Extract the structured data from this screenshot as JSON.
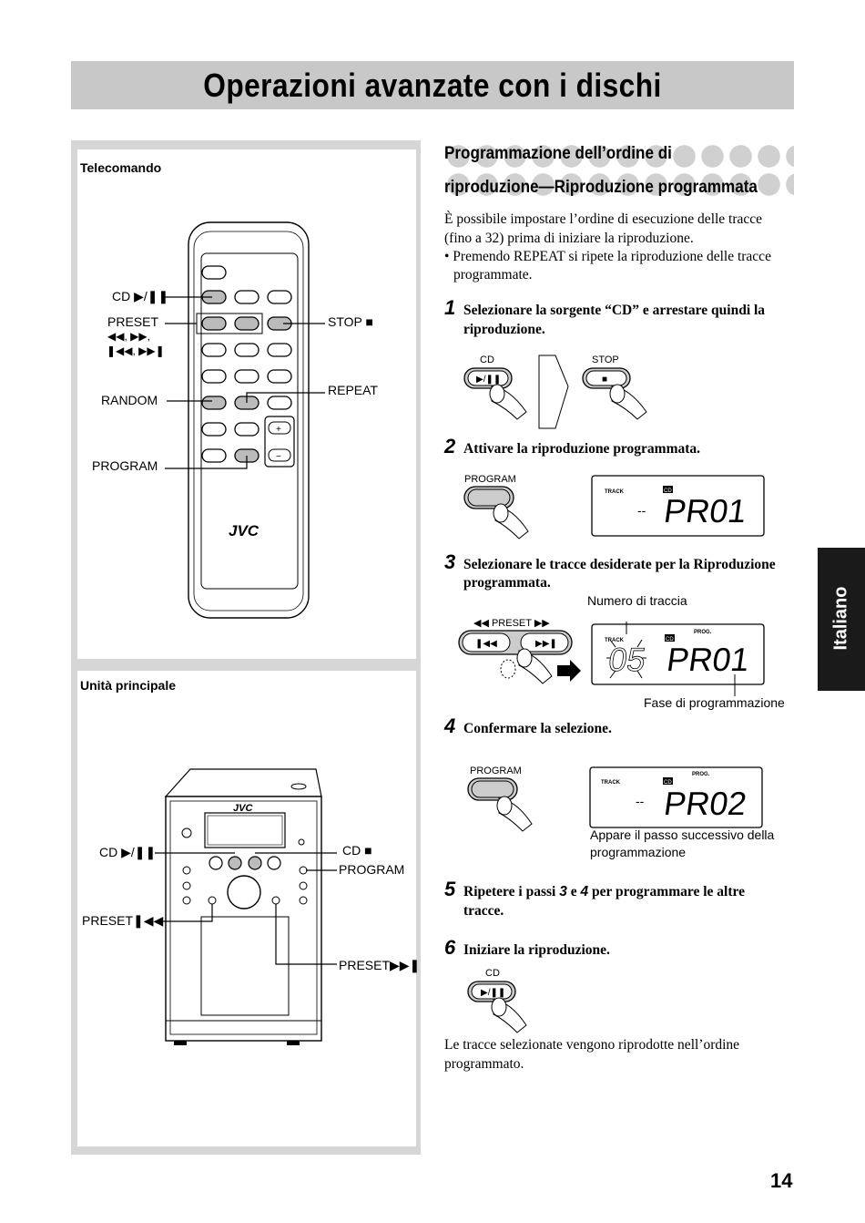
{
  "title": "Operazioni avanzate con i dischi",
  "left": {
    "remote_panel": {
      "label": "Telecomando",
      "brand": "JVC",
      "callouts": {
        "cd_play": "CD ▶/❚❚",
        "preset_line1": "PRESET",
        "preset_line2": "◀◀, ▶▶,",
        "preset_line3": "❚◀◀, ▶▶❚",
        "random": "RANDOM",
        "program": "PROGRAM",
        "stop": "STOP ■",
        "repeat": "REPEAT"
      }
    },
    "unit_panel": {
      "label": "Unità principale",
      "brand": "JVC",
      "callouts": {
        "cd_play": "CD ▶/❚❚",
        "preset_prev": "PRESET❚◀◀",
        "cd_stop": "CD ■",
        "program": "PROGRAM",
        "preset_next": "PRESET▶▶❚"
      }
    }
  },
  "section": {
    "heading_line1": "Programmazione dell’ordine di",
    "heading_line2": "riproduzione—Riproduzione programmata",
    "intro_line1": "È possibile impostare l’ordine di esecuzione delle tracce",
    "intro_line2": "(fino a 32) prima di iniziare la riproduzione.",
    "bullet_line1": "• Premendo REPEAT si ripete la riproduzione delle tracce",
    "bullet_line2": "programmate."
  },
  "steps": [
    {
      "num": "1",
      "line1": "Selezionare la sorgente “CD” e arrestare quindi la",
      "line2": "riproduzione."
    },
    {
      "num": "2",
      "line1": "Attivare la riproduzione programmata."
    },
    {
      "num": "3",
      "line1": "Selezionare le tracce desiderate per la Riproduzione",
      "line2": "programmata."
    },
    {
      "num": "4",
      "line1": "Confermare la selezione."
    },
    {
      "num": "5",
      "line1_a": "Ripetere i passi ",
      "line1_b": "3",
      "line1_c": " e ",
      "line1_d": "4",
      "line1_e": " per programmare le altre",
      "line2": "tracce."
    },
    {
      "num": "6",
      "line1": "Iniziare la riproduzione."
    }
  ],
  "figures": {
    "step1": {
      "cd_label": "CD",
      "cd_btn": "▶/❚❚",
      "stop_label": "STOP",
      "stop_btn": "■"
    },
    "step2": {
      "program_label": "PROGRAM",
      "track_label": "TRACK",
      "cd_badge": "CD",
      "display_dash": "--",
      "display_text": "PR01"
    },
    "step3": {
      "track_number_label": "Numero di traccia",
      "preset_label": "◀◀  PRESET  ▶▶",
      "prev_btn": "❚◀◀",
      "next_btn": "▶▶❚",
      "track_label": "TRACK",
      "cd_badge": "CD",
      "prog_label": "PROG.",
      "display_track": "05",
      "display_text": "PR01",
      "prog_step_label": "Fase di programmazione"
    },
    "step4": {
      "program_label": "PROGRAM",
      "track_label": "TRACK",
      "cd_badge": "CD",
      "prog_label": "PROG.",
      "display_dash": "--",
      "display_text": "PR02",
      "caption_line1": "Appare il passo successivo della",
      "caption_line2": "programmazione"
    },
    "step6": {
      "cd_label": "CD",
      "cd_btn": "▶/❚❚"
    }
  },
  "closing_line1": "Le tracce selezionate vengono riprodotte nell’ordine",
  "closing_line2": "programmato.",
  "side_tab": "Italiano",
  "page_number": "14"
}
